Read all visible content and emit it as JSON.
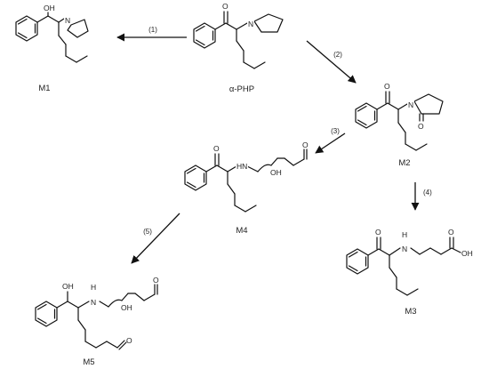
{
  "molecules": {
    "m1": {
      "label": "M1",
      "atoms": {
        "oh": "OH",
        "n": "N"
      }
    },
    "aphp": {
      "label": "α-PHP",
      "atoms": {
        "o": "O",
        "n": "N"
      }
    },
    "m2": {
      "label": "M2",
      "atoms": {
        "o": "O",
        "n": "N",
        "o2": "O"
      }
    },
    "m4": {
      "label": "M4",
      "atoms": {
        "o": "O",
        "hn": "HN",
        "oh": "OH",
        "o2": "O"
      }
    },
    "m3": {
      "label": "M3",
      "atoms": {
        "o": "O",
        "h": "H",
        "n": "N",
        "o2": "O",
        "oh": "OH"
      }
    },
    "m5": {
      "label": "M5",
      "atoms": {
        "oh": "OH",
        "h": "H",
        "n": "N",
        "oh2": "OH",
        "o": "O",
        "o2": "O"
      }
    }
  },
  "steps": [
    "(1)",
    "(2)",
    "(3)",
    "(4)",
    "(5)"
  ]
}
